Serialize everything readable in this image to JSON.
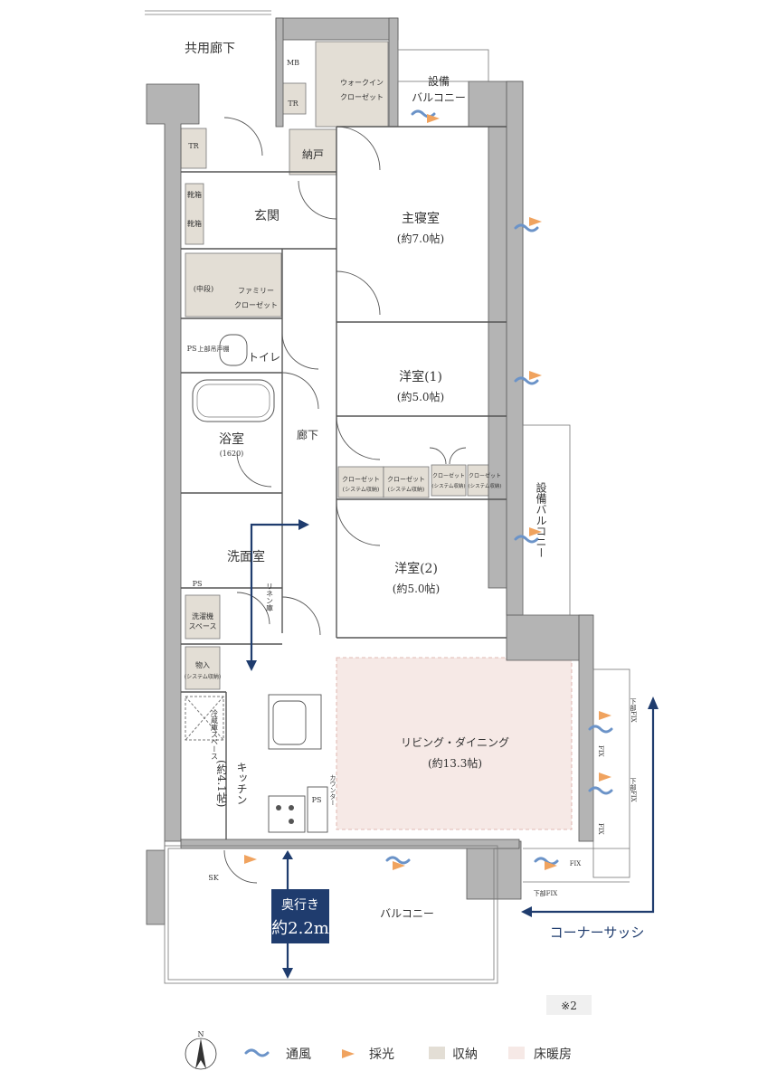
{
  "rooms": {
    "common_corridor": "共用廊下",
    "mb": "MB",
    "tr_top": "TR",
    "tr_left": "TR",
    "walkin_1": "ウォークイン",
    "walkin_2": "クローゼット",
    "equip_balcony_top_1": "設備",
    "equip_balcony_top_2": "バルコニー",
    "nando": "納戸",
    "genkan": "玄関",
    "shoebox_1": "靴箱",
    "shoebox_2": "靴箱",
    "master_1": "主寝室",
    "master_2": "(約7.0帖)",
    "middle_shelf": "(中段)",
    "family_closet_1": "ファミリー",
    "family_closet_2": "クローゼット",
    "ps_1": "PS",
    "upper_shelf": "上部吊戸棚",
    "toilet": "トイレ",
    "western1_1": "洋室(1)",
    "western1_2": "(約5.0帖)",
    "bath_1": "浴室",
    "bath_2": "(1620)",
    "corridor": "廊下",
    "closet_sys": "クローゼット",
    "closet_sys_sub": "(システム収納)",
    "equip_balcony_right": "設備バルコニー",
    "washroom": "洗面室",
    "ps_2": "PS",
    "western2_1": "洋室(2)",
    "western2_2": "(約5.0帖)",
    "washer_1": "洗濯機",
    "washer_2": "スペース",
    "linen": "リネン庫",
    "storage_1": "物入",
    "storage_2": "(システム収納)",
    "fridge": "冷蔵庫スペース",
    "kitchen": "キッチン",
    "kitchen_size": "(約4.1帖)",
    "ps_3": "PS",
    "counter": "カウンター",
    "living_1": "リビング・ダイニング",
    "living_2": "(約13.3帖)",
    "fix_top_1": "下部FIX",
    "fix_1": "FIX",
    "fix_top_2": "下部FIX",
    "fix_2": "FIX",
    "fix_bottom": "FIX",
    "fix_bottom_2": "下部FIX",
    "sk": "SK",
    "balcony": "バルコニー"
  },
  "depth_badge": {
    "line1": "奥行き",
    "line2": "約2.2m"
  },
  "corner_sash": "コーナーサッシ",
  "note_mark": "※2",
  "legend": {
    "north": "N",
    "ventilation": "通風",
    "daylight": "採光",
    "storage": "収納",
    "floor_heating": "床暖房"
  },
  "colors": {
    "wall": "#b4b4b4",
    "storage": "#e3ded5",
    "floor_heating": "#f6e9e6",
    "ventilation": "#6b93c8",
    "daylight": "#f0a35f",
    "navy": "#1f3c6e"
  }
}
